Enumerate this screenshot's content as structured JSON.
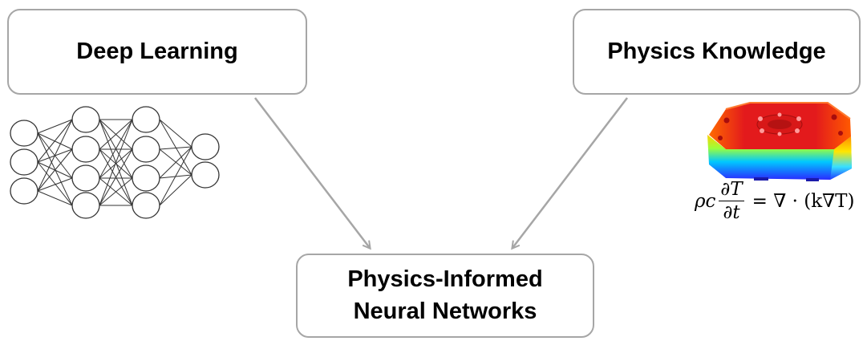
{
  "boxes": {
    "deep_learning": "Deep Learning",
    "physics_knowledge": "Physics Knowledge",
    "pinn_line1": "Physics-Informed",
    "pinn_line2": "Neural Networks"
  },
  "equation": {
    "lhs": "ρc",
    "numerator": "∂T",
    "denominator": "∂t",
    "rhs": "= ∇ · (k∇T)"
  },
  "neural_network": {
    "layers": [
      3,
      4,
      4,
      2
    ]
  },
  "colors": {
    "box_border": "#a6a6a6",
    "arrow": "#a6a6a6",
    "node_stroke": "#333333",
    "heatmap_hot": "#e31a1c",
    "heatmap_mid": "#ffff00",
    "heatmap_cool": "#00a2ff",
    "heatmap_cold": "#1c1cff"
  }
}
